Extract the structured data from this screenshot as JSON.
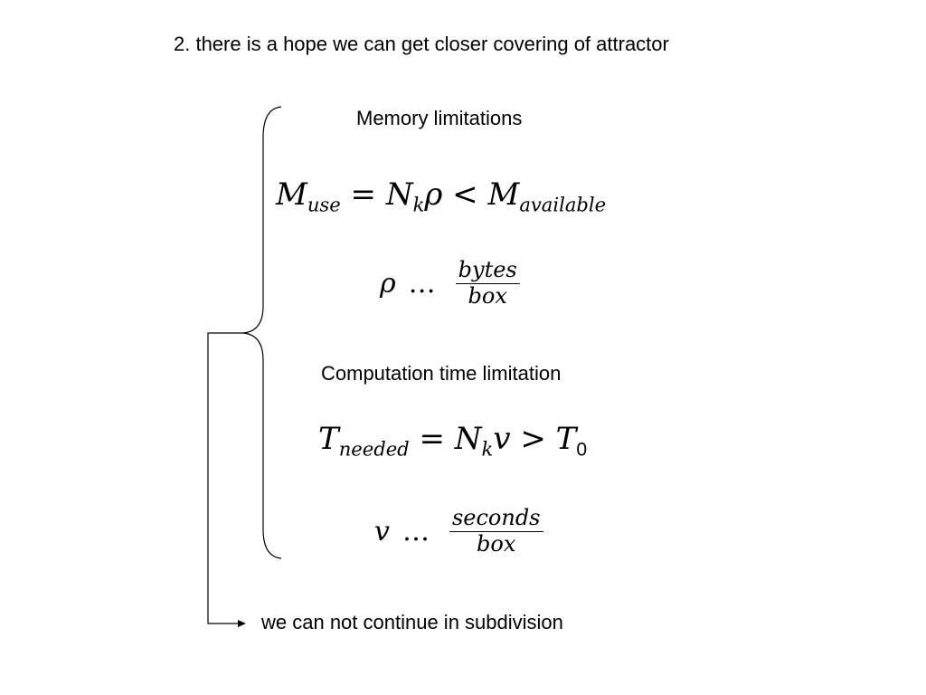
{
  "slide": {
    "title": "2. there is a hope we can get closer covering of attractor",
    "memory": {
      "heading": "Memory limitations",
      "equation": {
        "lhs_symbol": "M",
        "lhs_sub": "use",
        "eq": "=",
        "n_symbol": "N",
        "n_sub": "k",
        "factor": "ρ",
        "rel": "<",
        "rhs_symbol": "M",
        "rhs_sub": "available"
      },
      "definition": {
        "symbol": "ρ",
        "dots": "…",
        "numerator": "bytes",
        "denominator": "box"
      }
    },
    "computation": {
      "heading": "Computation time limitation",
      "equation": {
        "lhs_symbol": "T",
        "lhs_sub": "needed",
        "eq": "=",
        "n_symbol": "N",
        "n_sub": "k",
        "factor": "v",
        "rel": ">",
        "rhs_symbol": "T",
        "rhs_sub": "0"
      },
      "definition": {
        "symbol": "v",
        "dots": "…",
        "numerator": "seconds",
        "denominator": "box"
      }
    },
    "conclusion": "we can not continue in subdivision"
  }
}
